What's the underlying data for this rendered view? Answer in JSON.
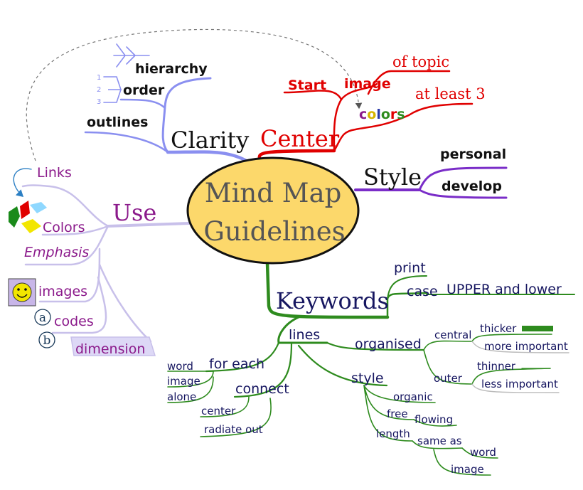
{
  "colors": {
    "center_fill": "#fcd86b",
    "clarity": "#8a8ff0",
    "center": "#e00000",
    "style": "#7a2dc8",
    "keywords": "#2e8b1e",
    "use": "#c8c0ea",
    "use_text": "#8b1a8b",
    "dark_text": "#161660"
  },
  "root": {
    "line1": "Mind Map",
    "line2": "Guidelines"
  },
  "clarity": {
    "label": "Clarity",
    "hierarchy": "hierarchy",
    "order": "order",
    "outlines": "outlines",
    "order_numbers": [
      "1",
      "2",
      "3"
    ]
  },
  "center": {
    "label": "Center",
    "start": "Start",
    "image": "image",
    "of_topic": "of topic",
    "at_least_3": "at least 3",
    "colors_letters": [
      "c",
      "o",
      "l",
      "o",
      "r",
      "s"
    ]
  },
  "style_branch": {
    "label": "Style",
    "personal": "personal",
    "develop": "develop"
  },
  "use": {
    "label": "Use",
    "links": "Links",
    "colors": "Colors",
    "emphasis": "Emphasis",
    "images": "images",
    "codes": "codes",
    "dimension": "dimension",
    "code_a": "a",
    "code_b": "b"
  },
  "keywords": {
    "label": "Keywords",
    "print": "print",
    "case": "case",
    "upper_lower": "UPPER and lower",
    "lines": "lines",
    "organised": "organised",
    "central": "central",
    "thicker": "thicker",
    "more_important": "more important",
    "outer": "outer",
    "thinner": "thinner",
    "less_important": "less important",
    "for_each": "for each",
    "word": "word",
    "image": "image",
    "alone": "alone",
    "connect": "connect",
    "center_item": "center",
    "radiate_out": "radiate out",
    "style": "style",
    "organic": "organic",
    "free": "free",
    "flowing": "flowing",
    "length": "length",
    "same_as": "same as",
    "word2": "word",
    "image2": "image"
  }
}
